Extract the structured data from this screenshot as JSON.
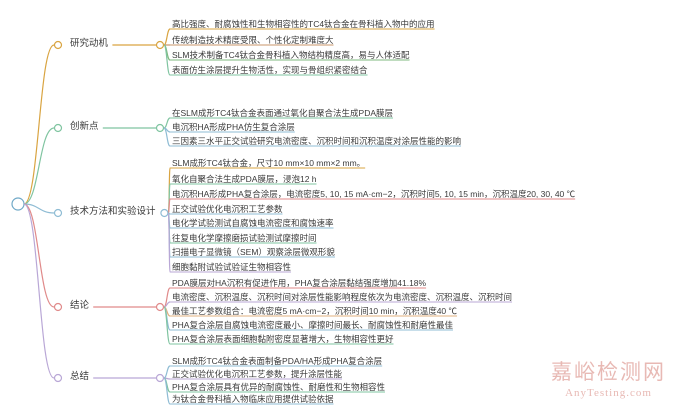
{
  "diagram": {
    "type": "mindmap",
    "root": {
      "label": ""
    },
    "colors": {
      "branch1": "#d9a441",
      "branch2": "#7fc4a0",
      "branch3": "#8fbcd4",
      "branch4": "#e08a8a",
      "branch5": "#b9a7d6",
      "root_stroke": "#6fa8c7"
    },
    "branches": [
      {
        "label": "研究动机",
        "color": "#d9a441",
        "leaves": [
          {
            "label": "高比强度、耐腐蚀性和生物相容性的TC4钛合金在骨科植入物中的应用",
            "color": "#d9a441"
          },
          {
            "label": "传统制造技术精度受限、个性化定制难度大",
            "color": "#c9956a"
          },
          {
            "label": "SLM技术制备TC4钛合金骨科植入物结构精度高，易与人体适配",
            "color": "#7fb97f"
          },
          {
            "label": "表面仿生涂层提升生物活性，实现与骨组织紧密结合",
            "color": "#7fc4a0"
          }
        ]
      },
      {
        "label": "创新点",
        "color": "#7fc4a0",
        "leaves": [
          {
            "label": "在SLM成形TC4钛合金表面通过氧化自聚合法生成PDA膜层",
            "color": "#7fc4a0"
          },
          {
            "label": "电沉积HA形成PHA仿生复合涂层",
            "color": "#8fbcd4"
          },
          {
            "label": "三因素三水平正交试验研究电流密度、沉积时间和沉积温度对涂层性能的影响",
            "color": "#8fbcd4"
          }
        ]
      },
      {
        "label": "技术方法和实验设计",
        "color": "#8fbcd4",
        "leaves": [
          {
            "label": "SLM成形TC4钛合金，尺寸10 mm×10 mm×2 mm。",
            "color": "#d9a441"
          },
          {
            "label": "氧化自聚合法生成PDA膜层，浸泡12 h",
            "color": "#7fc4a0"
          },
          {
            "label": "电沉积HA形成PHA复合涂层，电流密度5, 10, 15 mA·cm−2，沉积时间5, 10, 15 min，沉积温度20, 30, 40 ℃",
            "color": "#e08a8a"
          },
          {
            "label": "正交试验优化电沉积工艺参数",
            "color": "#8fbcd4"
          },
          {
            "label": "电化学试验测试自腐蚀电流密度和腐蚀速率",
            "color": "#8fbcd4"
          },
          {
            "label": "往复电化学摩擦磨损试验测试摩擦时间",
            "color": "#7fc4a0"
          },
          {
            "label": "扫描电子显微镜（SEM）观察涂层微观形貌",
            "color": "#8fbcd4"
          },
          {
            "label": "细胞黏附试验试验证生物相容性",
            "color": "#b9a7d6"
          }
        ]
      },
      {
        "label": "结论",
        "color": "#e08a8a",
        "leaves": [
          {
            "label": "PDA膜层对HA沉积有促进作用，PHA复合涂层黏结强度增加41.18%",
            "color": "#e08a8a"
          },
          {
            "label": "电流密度、沉积温度、沉积时间对涂层性能影响程度依次为电流密度、沉积温度、沉积时间",
            "color": "#b9a7d6"
          },
          {
            "label": "最佳工艺参数组合：电流密度5 mA·cm−2，沉积时间10 min，沉积温度40 ℃",
            "color": "#e0b07f"
          },
          {
            "label": "PHA复合涂层自腐蚀电流密度最小、摩擦时间最长、耐腐蚀性和耐磨性最佳",
            "color": "#8fbcd4"
          },
          {
            "label": "PHA复合涂层表面细胞黏附密度显著增大，生物相容性更好",
            "color": "#7fc4a0"
          }
        ]
      },
      {
        "label": "总结",
        "color": "#b9a7d6",
        "leaves": [
          {
            "label": "SLM成形TC4钛合金表面制备PDA/HA形成PHA复合涂层",
            "color": "#8fbcd4"
          },
          {
            "label": "正交试验优化电沉积工艺参数，提升涂层性能",
            "color": "#b9a7d6"
          },
          {
            "label": "PHA复合涂层具有优异的耐腐蚀性、耐磨性和生物相容性",
            "color": "#7fc4a0"
          },
          {
            "label": "为钛合金骨科植入物临床应用提供试验依据",
            "color": "#8fbcd4"
          }
        ]
      }
    ]
  },
  "watermark": {
    "cn": "嘉峪检测网",
    "en": "AnyTesting.com",
    "color": "#e8b9b4"
  }
}
